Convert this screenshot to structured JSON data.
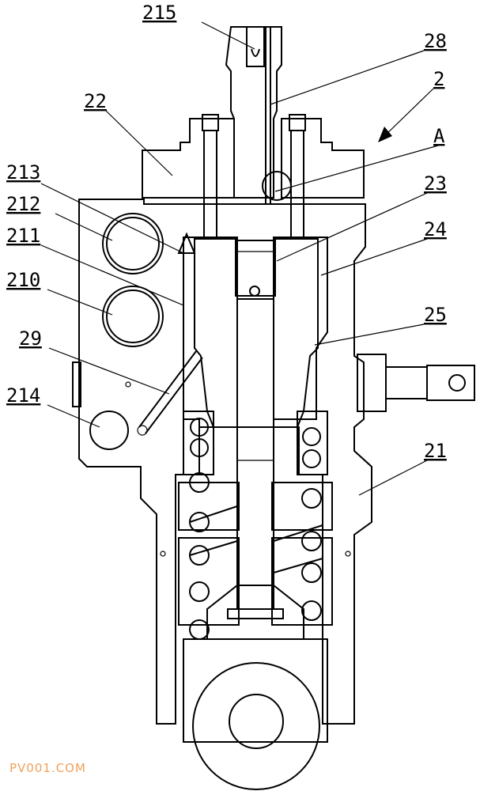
{
  "labels": {
    "l215": "215",
    "l28": "28",
    "l2": "2",
    "l22": "22",
    "lA": "A",
    "l23": "23",
    "l213": "213",
    "l212": "212",
    "l24": "24",
    "l211": "211",
    "l210": "210",
    "l25": "25",
    "l29": "29",
    "l214": "214",
    "l21": "21"
  },
  "watermark": "PV001.COM"
}
